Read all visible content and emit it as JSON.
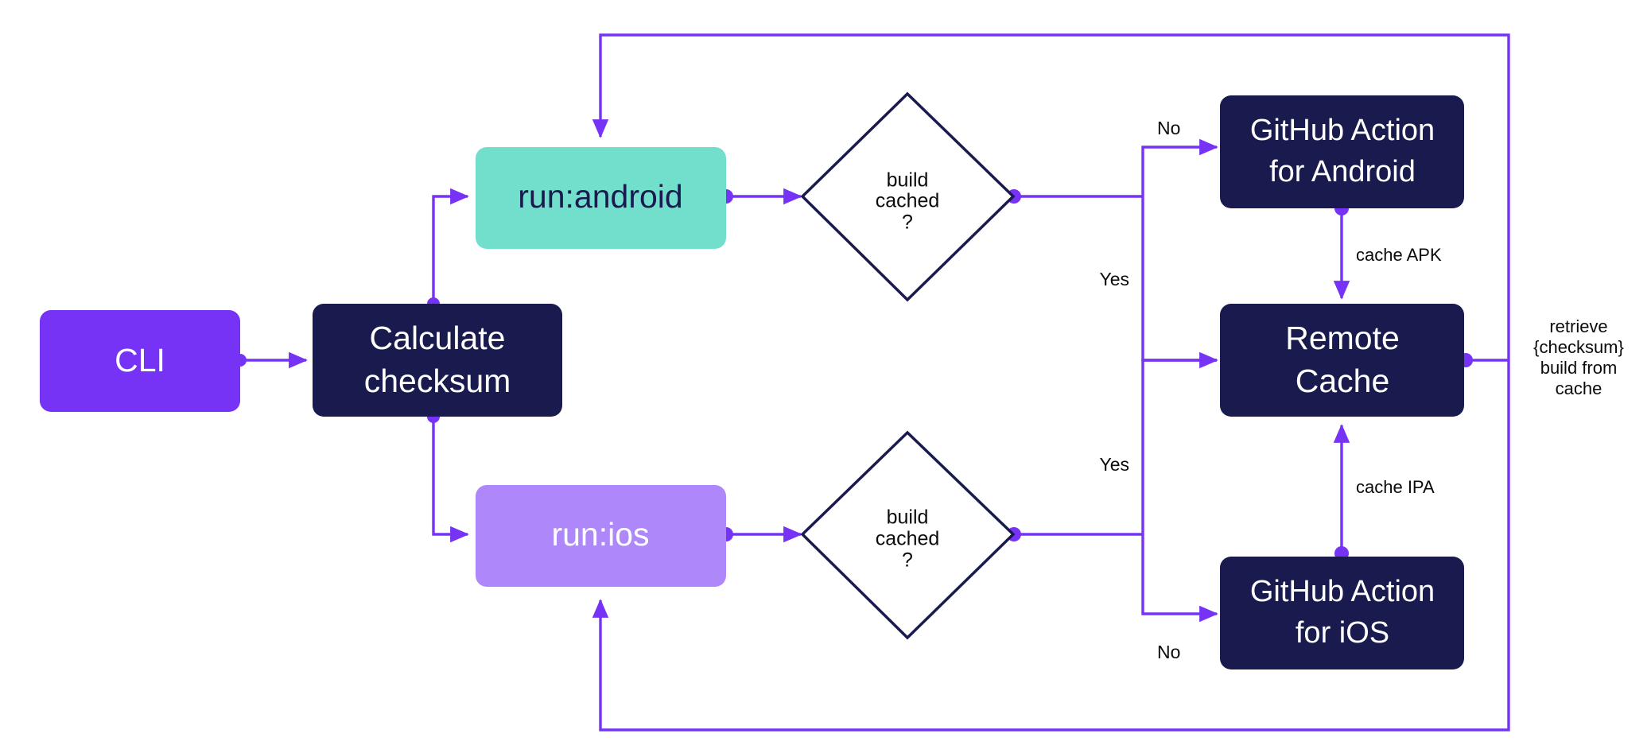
{
  "diagram": {
    "title": "Remote build cache flow",
    "type": "flowchart",
    "background": "#ffffff",
    "colors": {
      "accent_purple": "#7633F5",
      "node_navy": "#191A4E",
      "node_teal": "#72DFCD",
      "node_light_purple": "#AE87FA",
      "node_purple": "#7633F5",
      "edge_label_text": "#0b0b0b",
      "white_text": "#ffffff"
    },
    "nodes": [
      {
        "id": "cli",
        "label": "CLI",
        "shape": "rounded-rect",
        "fill": "#7633F5",
        "text_color": "#ffffff"
      },
      {
        "id": "checksum",
        "label": "Calculate\nchecksum",
        "shape": "rounded-rect",
        "fill": "#191A4E",
        "text_color": "#ffffff"
      },
      {
        "id": "run_android",
        "label": "run:android",
        "shape": "rounded-rect",
        "fill": "#72DFCD",
        "text_color": "#191A4E"
      },
      {
        "id": "run_ios",
        "label": "run:ios",
        "shape": "rounded-rect",
        "fill": "#AE87FA",
        "text_color": "#ffffff"
      },
      {
        "id": "dec_android",
        "label": "build\ncached\n?",
        "shape": "diamond",
        "fill": "#ffffff",
        "text_color": "#0b0b0b"
      },
      {
        "id": "dec_ios",
        "label": "build\ncached\n?",
        "shape": "diamond",
        "fill": "#ffffff",
        "text_color": "#0b0b0b"
      },
      {
        "id": "gha_android",
        "label": "GitHub Action\nfor Android",
        "shape": "rounded-rect",
        "fill": "#191A4E",
        "text_color": "#ffffff"
      },
      {
        "id": "remote_cache",
        "label": "Remote\nCache",
        "shape": "rounded-rect",
        "fill": "#191A4E",
        "text_color": "#ffffff"
      },
      {
        "id": "gha_ios",
        "label": "GitHub Action\nfor iOS",
        "shape": "rounded-rect",
        "fill": "#191A4E",
        "text_color": "#ffffff"
      }
    ],
    "node_text": {
      "cli": "CLI",
      "checksum_line1": "Calculate",
      "checksum_line2": "checksum",
      "run_android": "run:android",
      "run_ios": "run:ios",
      "decision_android_l1": "build",
      "decision_android_l2": "cached",
      "decision_android_l3": "?",
      "decision_ios_l1": "build",
      "decision_ios_l2": "cached",
      "decision_ios_l3": "?",
      "gha_android_l1": "GitHub Action",
      "gha_android_l2": "for Android",
      "remote_cache_l1": "Remote",
      "remote_cache_l2": "Cache",
      "gha_ios_l1": "GitHub Action",
      "gha_ios_l2": "for iOS"
    },
    "edges": [
      {
        "id": "e1",
        "from": "cli",
        "to": "checksum",
        "label": ""
      },
      {
        "id": "e2",
        "from": "checksum",
        "to": "run_android",
        "label": ""
      },
      {
        "id": "e3",
        "from": "checksum",
        "to": "run_ios",
        "label": ""
      },
      {
        "id": "e4",
        "from": "run_android",
        "to": "dec_android",
        "label": ""
      },
      {
        "id": "e5",
        "from": "run_ios",
        "to": "dec_ios",
        "label": ""
      },
      {
        "id": "e6",
        "from": "dec_android",
        "to": "gha_android",
        "label": "No"
      },
      {
        "id": "e7",
        "from": "dec_android",
        "to": "remote_cache",
        "label": "Yes"
      },
      {
        "id": "e8",
        "from": "dec_ios",
        "to": "remote_cache",
        "label": "Yes"
      },
      {
        "id": "e9",
        "from": "dec_ios",
        "to": "gha_ios",
        "label": "No"
      },
      {
        "id": "e10",
        "from": "gha_android",
        "to": "remote_cache",
        "label": "cache APK"
      },
      {
        "id": "e11",
        "from": "gha_ios",
        "to": "remote_cache",
        "label": "cache IPA"
      },
      {
        "id": "e12",
        "from": "remote_cache",
        "to": "run_android",
        "label": "retrieve {checksum} build from cache"
      },
      {
        "id": "e13",
        "from": "remote_cache",
        "to": "run_ios",
        "label": "retrieve {checksum} build from cache"
      }
    ],
    "edge_labels": {
      "no_android": "No",
      "yes_android": "Yes",
      "yes_ios": "Yes",
      "no_ios": "No",
      "cache_apk": "cache APK",
      "cache_ipa": "cache IPA",
      "retrieve_l1": "retrieve",
      "retrieve_l2": "{checksum}",
      "retrieve_l3": "build from",
      "retrieve_l4": "cache"
    }
  }
}
